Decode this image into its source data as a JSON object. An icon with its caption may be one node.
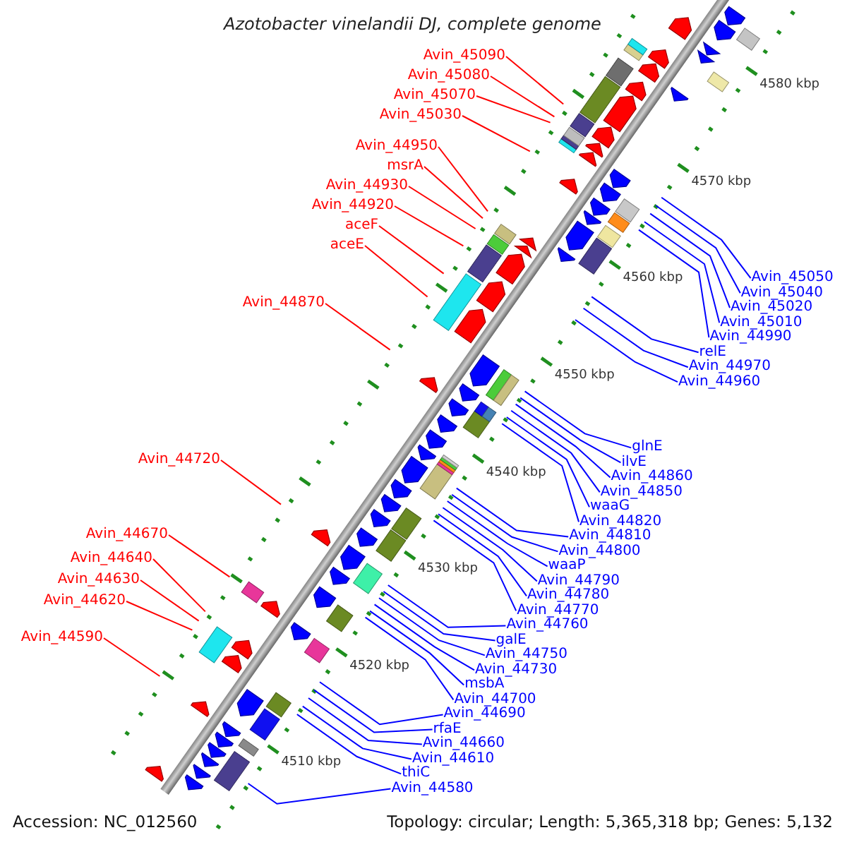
{
  "diagram": {
    "title": "Azotobacter vinelandii DJ, complete genome",
    "nodes": [
      {
        "text": [
          "Avin_45090"
        ]
      },
      {
        "text": [
          "Avin_45080"
        ]
      },
      {
        "text": [
          "Avin_45070"
        ]
      },
      {
        "text": [
          "Avin_45030"
        ]
      },
      {
        "text": [
          "Avin_44950"
        ]
      },
      {
        "text": [
          "msrA"
        ]
      },
      {
        "text": [
          "Avin_44930"
        ]
      },
      {
        "text": [
          "Avin_44920"
        ]
      },
      {
        "text": [
          "aceF"
        ]
      },
      {
        "text": [
          "aceE"
        ]
      },
      {
        "text": [
          "Avin_44870"
        ]
      },
      {
        "text": [
          "Avin_44720"
        ]
      },
      {
        "text": [
          "Avin_44670"
        ]
      },
      {
        "text": [
          "Avin_44640"
        ]
      },
      {
        "text": [
          "Avin_44630"
        ]
      },
      {
        "text": [
          "Avin_44620"
        ]
      },
      {
        "text": [
          "Avin_44590"
        ]
      },
      {
        "text": [
          "Avin_45050"
        ]
      },
      {
        "text": [
          "Avin_45040"
        ]
      },
      {
        "text": [
          "Avin_45020"
        ]
      },
      {
        "text": [
          "Avin_45010"
        ]
      },
      {
        "text": [
          "Avin_44990"
        ]
      },
      {
        "text": [
          "relE"
        ]
      },
      {
        "text": [
          "Avin_44970"
        ]
      },
      {
        "text": [
          "Avin_44960"
        ]
      },
      {
        "text": [
          "glnE"
        ]
      },
      {
        "text": [
          "ilvE"
        ]
      },
      {
        "text": [
          "Avin_44860"
        ]
      },
      {
        "text": [
          "Avin_44850"
        ]
      },
      {
        "text": [
          "waaG"
        ]
      },
      {
        "text": [
          "Avin_44820"
        ]
      },
      {
        "text": [
          "Avin_44810"
        ]
      },
      {
        "text": [
          "Avin_44800"
        ]
      },
      {
        "text": [
          "waaP"
        ]
      },
      {
        "text": [
          "Avin_44790"
        ]
      },
      {
        "text": [
          "Avin_44780"
        ]
      },
      {
        "text": [
          "Avin_44770"
        ]
      },
      {
        "text": [
          "Avin_44760"
        ]
      },
      {
        "text": [
          "galE"
        ]
      },
      {
        "text": [
          "Avin_44750"
        ]
      },
      {
        "text": [
          "Avin_44730"
        ]
      },
      {
        "text": [
          "msbA"
        ]
      },
      {
        "text": [
          "Avin_44700"
        ]
      },
      {
        "text": [
          "Avin_44690"
        ]
      },
      {
        "text": [
          "rfaE"
        ]
      },
      {
        "text": [
          "Avin_44660"
        ]
      },
      {
        "text": [
          "Avin_44610"
        ]
      },
      {
        "text": [
          "thiC"
        ]
      },
      {
        "text": [
          "Avin_44580"
        ]
      }
    ],
    "edges": [
      {
        "from": 0,
        "to": null,
        "arrow": "none",
        "color": "#ff0000"
      },
      {
        "from": 1,
        "to": null,
        "arrow": "none",
        "color": "#ff0000"
      },
      {
        "from": 2,
        "to": null,
        "arrow": "none",
        "color": "#ff0000"
      },
      {
        "from": 3,
        "to": null,
        "arrow": "none",
        "color": "#ff0000"
      },
      {
        "from": 4,
        "to": null,
        "arrow": "none",
        "color": "#ff0000"
      },
      {
        "from": 5,
        "to": null,
        "arrow": "none",
        "color": "#ff0000"
      },
      {
        "from": 6,
        "to": null,
        "arrow": "none",
        "color": "#ff0000"
      },
      {
        "from": 7,
        "to": null,
        "arrow": "none",
        "color": "#ff0000"
      },
      {
        "from": 8,
        "to": null,
        "arrow": "none",
        "color": "#ff0000"
      },
      {
        "from": 9,
        "to": null,
        "arrow": "none",
        "color": "#ff0000"
      },
      {
        "from": 10,
        "to": null,
        "arrow": "none",
        "color": "#ff0000"
      },
      {
        "from": 11,
        "to": null,
        "arrow": "none",
        "color": "#ff0000"
      },
      {
        "from": 12,
        "to": null,
        "arrow": "none",
        "color": "#ff0000"
      },
      {
        "from": 13,
        "to": null,
        "arrow": "none",
        "color": "#ff0000"
      },
      {
        "from": 14,
        "to": null,
        "arrow": "none",
        "color": "#ff0000"
      },
      {
        "from": 15,
        "to": null,
        "arrow": "none",
        "color": "#ff0000"
      },
      {
        "from": 16,
        "to": null,
        "arrow": "none",
        "color": "#ff0000"
      },
      {
        "from": 17,
        "to": null,
        "arrow": "none"
      },
      {
        "from": 18,
        "to": null,
        "arrow": "none"
      },
      {
        "from": 19,
        "to": null,
        "arrow": "none"
      },
      {
        "from": 20,
        "to": null,
        "arrow": "none"
      },
      {
        "from": 21,
        "to": null,
        "arrow": "none"
      },
      {
        "from": 22,
        "to": null,
        "arrow": "none"
      },
      {
        "from": 23,
        "to": null,
        "arrow": "none"
      },
      {
        "from": 24,
        "to": null,
        "arrow": "none"
      },
      {
        "from": 25,
        "to": null,
        "arrow": "none"
      },
      {
        "from": 26,
        "to": null,
        "arrow": "none"
      },
      {
        "from": 27,
        "to": null,
        "arrow": "none"
      },
      {
        "from": 28,
        "to": null,
        "arrow": "none"
      },
      {
        "from": 29,
        "to": null,
        "arrow": "none"
      },
      {
        "from": 30,
        "to": null,
        "arrow": "none"
      },
      {
        "from": 31,
        "to": null,
        "arrow": "none"
      },
      {
        "from": 32,
        "to": null,
        "arrow": "none"
      },
      {
        "from": 33,
        "to": null,
        "arrow": "none"
      },
      {
        "from": 34,
        "to": null,
        "arrow": "none"
      },
      {
        "from": 35,
        "to": null,
        "arrow": "none"
      },
      {
        "from": 36,
        "to": null,
        "arrow": "none"
      },
      {
        "from": 37,
        "to": null,
        "arrow": "none"
      },
      {
        "from": 38,
        "to": null,
        "arrow": "none"
      },
      {
        "from": 39,
        "to": null,
        "arrow": "none"
      },
      {
        "from": 40,
        "to": null,
        "arrow": "none"
      },
      {
        "from": 41,
        "to": null,
        "arrow": "none"
      },
      {
        "from": 42,
        "to": null,
        "arrow": "none"
      },
      {
        "from": 43,
        "to": null,
        "arrow": "none"
      },
      {
        "from": 44,
        "to": null,
        "arrow": "none"
      },
      {
        "from": 45,
        "to": null,
        "arrow": "none"
      },
      {
        "from": 46,
        "to": null,
        "arrow": "none"
      },
      {
        "from": 47,
        "to": null,
        "arrow": "none"
      },
      {
        "from": 48,
        "to": null,
        "arrow": "none"
      }
    ],
    "labels": [
      "4580 kbp",
      "4570 kbp",
      "4560 kbp",
      "4550 kbp",
      "4540 kbp",
      "4530 kbp",
      "4520 kbp",
      "4510 kbp",
      "Accession: NC_012560",
      "Topology: circular; Length: 5,365,318 bp; Genes: 5,132"
    ]
  }
}
